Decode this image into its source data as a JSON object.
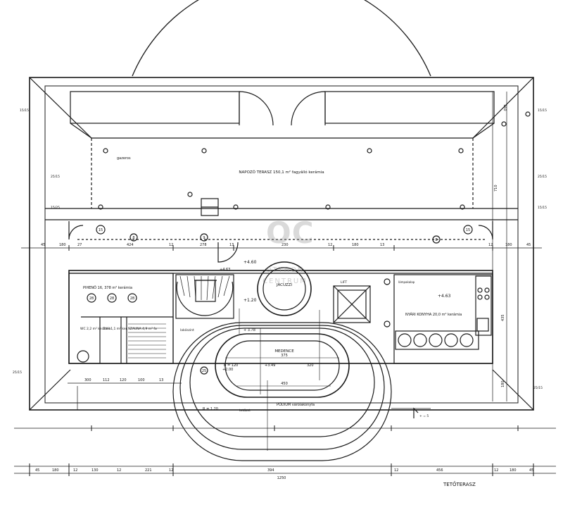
{
  "rooms": {
    "terrace": "NAPOZÓ TERASZ 150,1 m² fagyálló kerámia",
    "rest": "PIHENŐ 16, 378 m² kerámia",
    "wc": "WC 2,2 m² kerámia",
    "shower": "ZUH 1,1 m² ker.",
    "sauna": "SZAUNA 4,9 m² fa",
    "summer_kitchen": "NYÁRI KONYHA 20,0 m² kerámia",
    "pool": "MEDENCE",
    "pool_deck": "PÓDIUM várólakonyfa",
    "jacuzzi": "JACUZZI",
    "lift": "LIFT",
    "elevator_room": "lakószint",
    "lamp": "lámpakalap",
    "gazer": "gazeros",
    "ceiling": "tetőzet"
  },
  "sheet_title": "TETŐTERASZ",
  "levels": {
    "roof_top": "+4.60",
    "stair_top": "+4.63",
    "jacuzzi": "+1.20",
    "pool_rim": "+3.49",
    "kitchen": "+4.63",
    "pool_floor": "+ 3.78",
    "pool_z": "+2.00",
    "north": "+ = 5"
  },
  "dims_top": [
    "45",
    "180",
    "27",
    "424",
    "12",
    "278",
    "13",
    "230",
    "12",
    "180",
    "13",
    "12",
    "180",
    "45"
  ],
  "dims_bottom": [
    "45",
    "180",
    "12",
    "130",
    "12",
    "221",
    "12",
    "394",
    "12",
    "456",
    "12",
    "180",
    "45"
  ],
  "dims_total": "1250",
  "dims_mid": [
    "300",
    "112",
    "120",
    "100",
    "13"
  ],
  "dims_right": [
    "160",
    "710",
    "435",
    "180"
  ],
  "dims_pool": [
    "375",
    "450",
    "320",
    "B = 120",
    "R = 1.20"
  ],
  "markers": [
    "15",
    "8",
    "9",
    "15",
    "8",
    "28",
    "28",
    "28",
    "25"
  ],
  "section_marks": [
    "15/15",
    "15/15",
    "25/15",
    "25/15",
    "15/25",
    "15/15",
    "25/15",
    "25/15"
  ],
  "watermark": {
    "logo": "OC",
    "line1": "OTTHON",
    "line2": "CENTRUM"
  }
}
